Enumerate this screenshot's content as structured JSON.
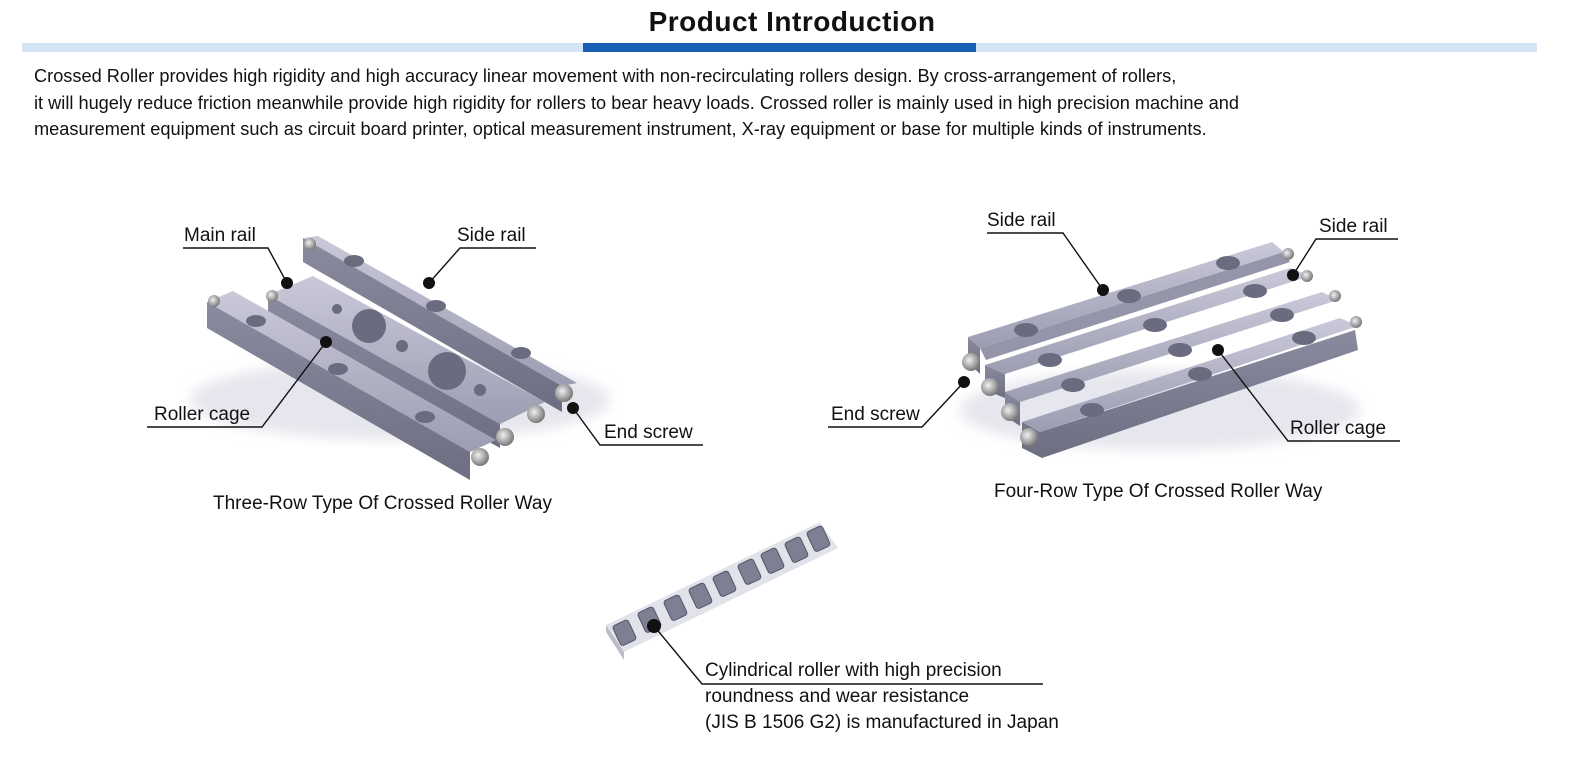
{
  "title": "Product Introduction",
  "intro_lines": [
    "Crossed Roller provides high rigidity and high accuracy linear movement with non-recirculating rollers design. By cross-arrangement of rollers,",
    "it will hugely reduce friction meanwhile provide high rigidity for rollers to bear heavy loads. Crossed roller is mainly used in high precision machine and",
    "measurement equipment such as circuit board printer, optical measurement instrument, X-ray equipment or base for multiple kinds of instruments."
  ],
  "three_row": {
    "caption": "Three-Row Type Of  Crossed Roller Way",
    "labels": {
      "main_rail": "Main rail",
      "side_rail": "Side rail",
      "roller_cage": "Roller cage",
      "end_screw": "End screw"
    }
  },
  "four_row": {
    "caption": "Four-Row Type Of  Crossed Roller Way",
    "labels": {
      "side_rail_left": "Side rail",
      "side_rail_right": "Side rail",
      "end_screw": "End screw",
      "roller_cage": "Roller cage"
    }
  },
  "roller": {
    "lines": [
      "Cylindrical roller with high precision",
      "roundness and wear resistance",
      "(JIS B 1506 G2) is manufactured in Japan"
    ]
  },
  "colors": {
    "rule_accent": "#1560b5",
    "rule_light": "#d4e6f5",
    "metal": "#a9a9bd"
  }
}
